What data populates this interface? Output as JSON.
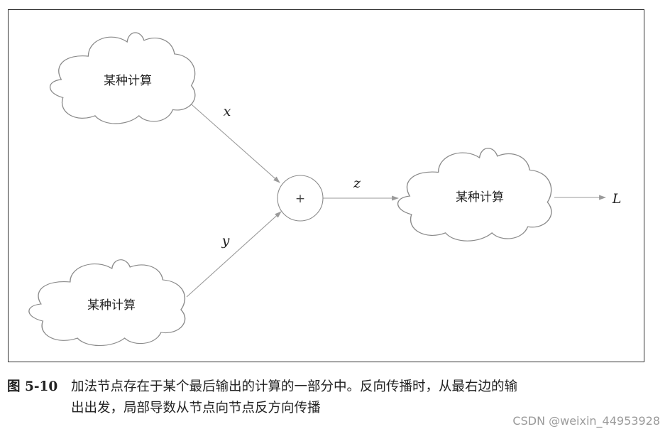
{
  "diagram": {
    "nodes": {
      "calc_top": "某种计算",
      "calc_bottom": "某种计算",
      "add": "+",
      "calc_right": "某种计算"
    },
    "edge_labels": {
      "x": "x",
      "y": "y",
      "z": "z",
      "L": "L"
    }
  },
  "caption": {
    "figure_number": "图 5-10",
    "text_line1": "加法节点存在于某个最后输出的计算的一部分中。反向传播时，从最右边的输",
    "text_line2": "出出发，局部导数从节点向节点反方向传播"
  },
  "watermark": "CSDN @weixin_44953928"
}
